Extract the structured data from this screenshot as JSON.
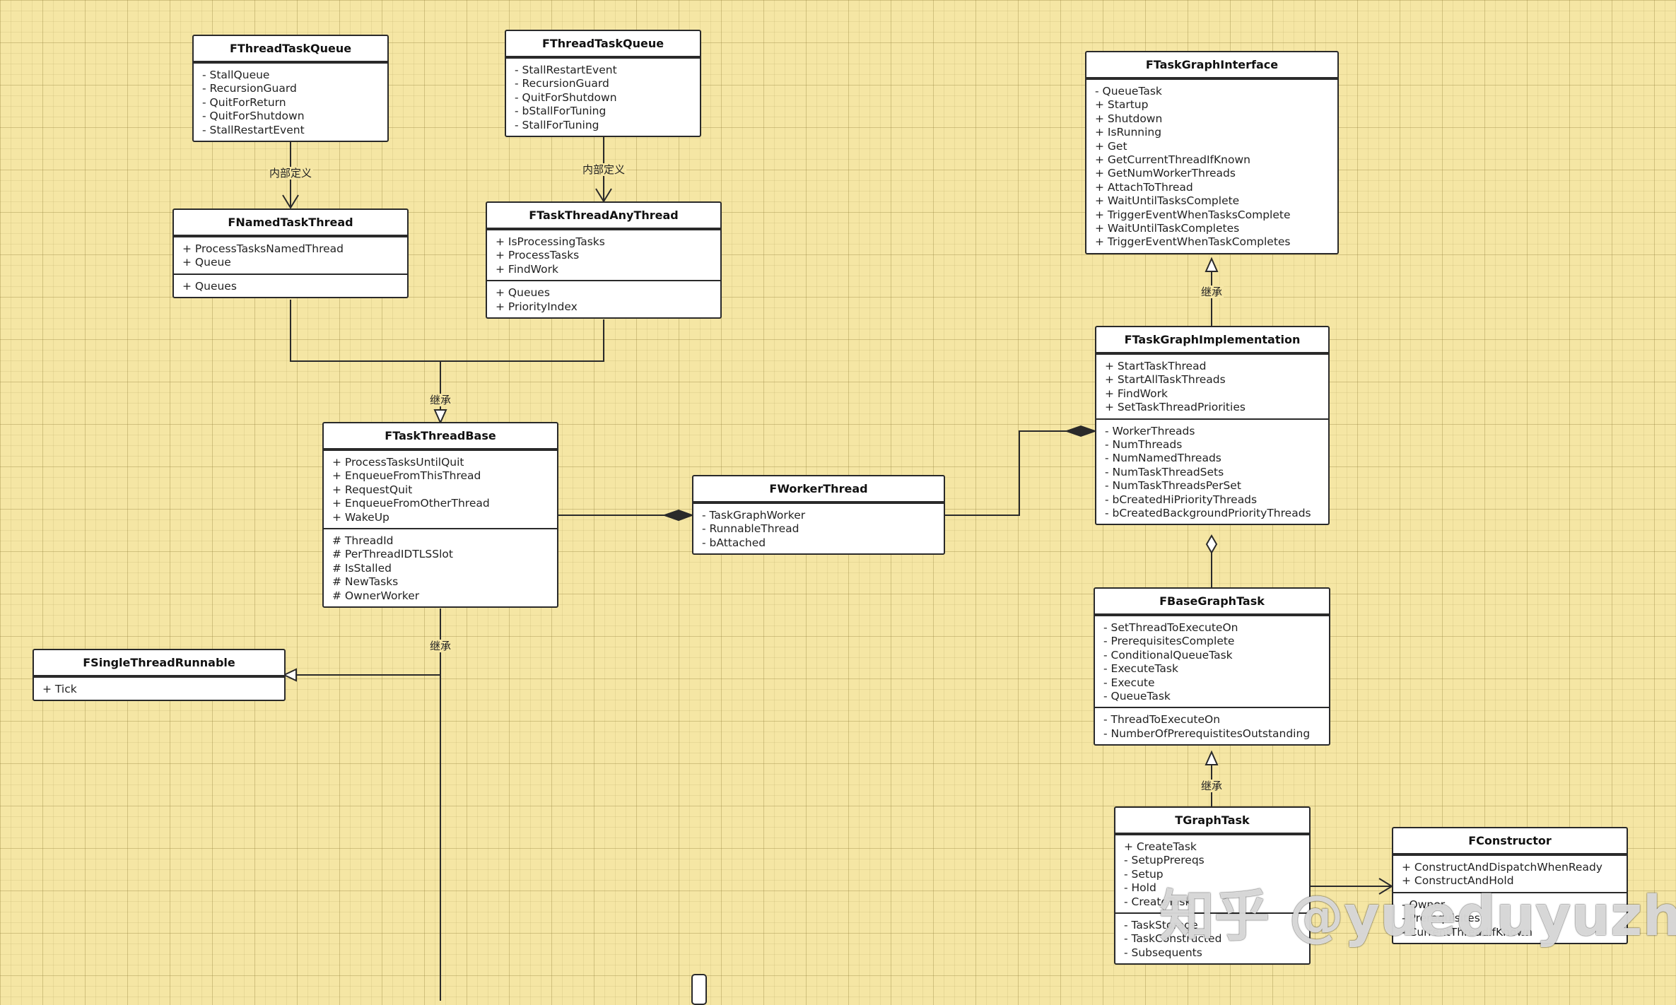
{
  "classes": {
    "tq1": {
      "name": "FThreadTaskQueue",
      "sections": [
        [
          "- StallQueue",
          "- RecursionGuard",
          "- QuitForReturn",
          "- QuitForShutdown",
          "- StallRestartEvent"
        ]
      ]
    },
    "tq2": {
      "name": "FThreadTaskQueue",
      "sections": [
        [
          "- StallRestartEvent",
          "- RecursionGuard",
          "- QuitForShutdown",
          "- bStallForTuning",
          "- StallForTuning"
        ]
      ]
    },
    "named": {
      "name": "FNamedTaskThread",
      "sections": [
        [
          "+ ProcessTasksNamedThread",
          "+ Queue"
        ],
        [
          "+ Queues"
        ]
      ]
    },
    "any": {
      "name": "FTaskThreadAnyThread",
      "sections": [
        [
          "+ IsProcessingTasks",
          "+ ProcessTasks",
          "+ FindWork"
        ],
        [
          "+ Queues",
          "+ PriorityIndex"
        ]
      ]
    },
    "base": {
      "name": "FTaskThreadBase",
      "sections": [
        [
          "+ ProcessTasksUntilQuit",
          "+ EnqueueFromThisThread",
          "+ RequestQuit",
          "+ EnqueueFromOtherThread",
          "+ WakeUp"
        ],
        [
          "# ThreadId",
          "# PerThreadIDTLSSlot",
          "# IsStalled",
          "# NewTasks",
          "# OwnerWorker"
        ]
      ]
    },
    "single": {
      "name": "FSingleThreadRunnable",
      "sections": [
        [
          "+ Tick"
        ]
      ]
    },
    "worker": {
      "name": "FWorkerThread",
      "sections": [
        [
          "- TaskGraphWorker",
          "- RunnableThread",
          "- bAttached"
        ]
      ]
    },
    "iface": {
      "name": "FTaskGraphInterface",
      "sections": [
        [
          "- QueueTask",
          "+ Startup",
          "+ Shutdown",
          "+ IsRunning",
          "+ Get",
          "+ GetCurrentThreadIfKnown",
          "+ GetNumWorkerThreads",
          "+ AttachToThread",
          "+ WaitUntilTasksComplete",
          "+ TriggerEventWhenTasksComplete",
          "+ WaitUntilTaskCompletes",
          "+ TriggerEventWhenTaskCompletes"
        ]
      ]
    },
    "impl": {
      "name": "FTaskGraphImplementation",
      "sections": [
        [
          "+ StartTaskThread",
          "+ StartAllTaskThreads",
          "+ FindWork",
          "+ SetTaskThreadPriorities"
        ],
        [
          "- WorkerThreads",
          "- NumThreads",
          "- NumNamedThreads",
          "- NumTaskThreadSets",
          "- NumTaskThreadsPerSet",
          "- bCreatedHiPriorityThreads",
          "- bCreatedBackgroundPriorityThreads"
        ]
      ]
    },
    "bgt": {
      "name": "FBaseGraphTask",
      "sections": [
        [
          "- SetThreadToExecuteOn",
          "- PrerequisitesComplete",
          "- ConditionalQueueTask",
          "- ExecuteTask",
          "- Execute",
          "- QueueTask"
        ],
        [
          "- ThreadToExecuteOn",
          "- NumberOfPrerequistitesOutstanding"
        ]
      ]
    },
    "tgt": {
      "name": "TGraphTask",
      "sections": [
        [
          "+ CreateTask",
          "- SetupPrereqs",
          "- Setup",
          "- Hold",
          "- CreateTask"
        ],
        [
          "- TaskStorage",
          "- TaskConstructed",
          "- Subsequents"
        ]
      ]
    },
    "ctor": {
      "name": "FConstructor",
      "sections": [
        [
          "+ ConstructAndDispatchWhenReady",
          "+ ConstructAndHold"
        ],
        [
          "- Owner",
          "- Prerequisites",
          "- CurrentThreadIfKnown"
        ]
      ]
    }
  },
  "labels": {
    "inner1": "内部定义",
    "inner2": "内部定义",
    "inherit_base": "继承",
    "inherit_single": "继承",
    "inherit_iface": "继承",
    "inherit_bgt": "继承"
  },
  "watermark": "知乎 @yueduyuzhou",
  "colors": {
    "background": "#f5e6a4",
    "line": "#2a2a2a",
    "box": "#ffffff"
  }
}
